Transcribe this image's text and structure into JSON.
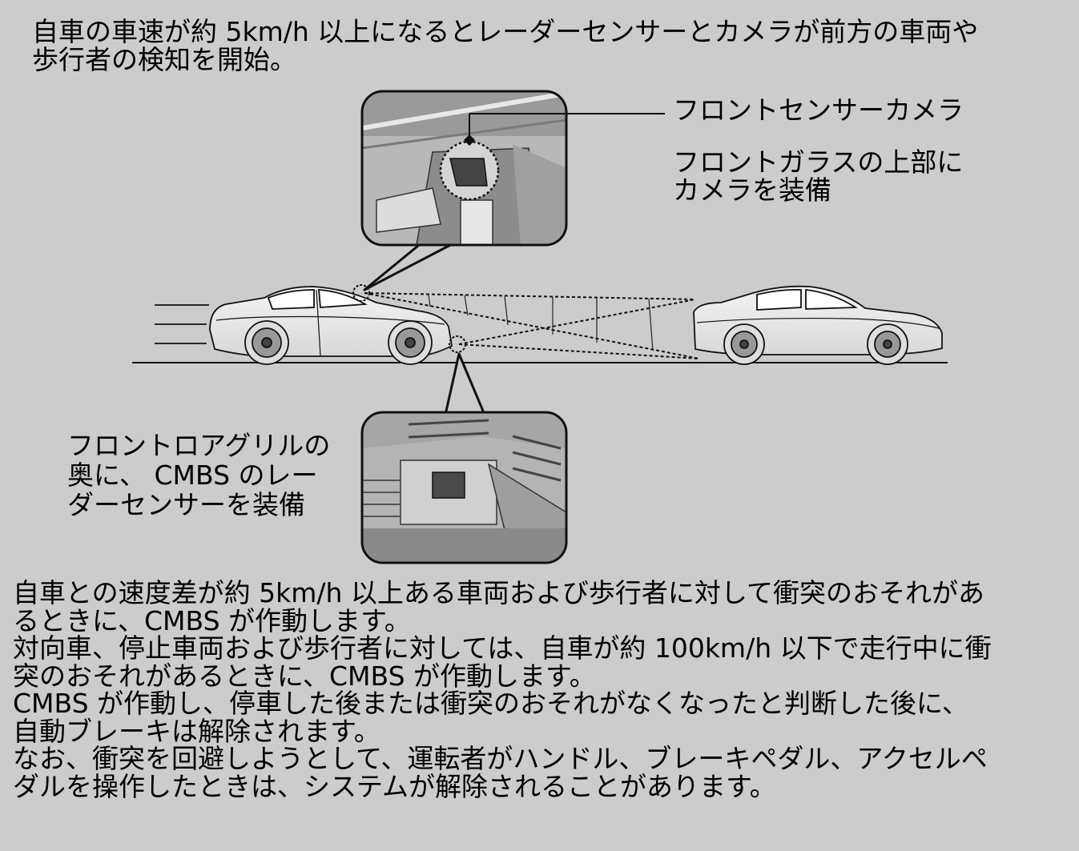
{
  "intro": {
    "line1": "自車の車速が約 5km/h 以上になるとレーダーセンサーとカメラが前方の車両や",
    "line2": "歩行者の検知を開始。"
  },
  "camera": {
    "label": "フロントセンサーカメラ",
    "desc_line1": "フロントガラスの上部に",
    "desc_line2": "カメラを装備"
  },
  "radar": {
    "desc_line1": "フロントロアグリルの",
    "desc_line2": "奥に、 CMBS のレー",
    "desc_line3": "ダーセンサーを装備"
  },
  "body_text": [
    "自車との速度差が約 5km/h 以上ある車両および歩行者に対して衝突のおそれがあ",
    "るときに、CMBS が作動します。",
    "対向車、停止車両および歩行者に対しては、自車が約 100km/h 以下で走行中に衝",
    "突のおそれがあるときに、CMBS が作動します。",
    "CMBS が作動し、停車した後または衝突のおそれがなくなったと判断した後に、",
    "自動ブレーキは解除されます。",
    "なお、衝突を回避しようとして、運転者がハンドル、ブレーキペダル、アクセルペ",
    "ダルを操作したときは、システムが解除されることがあります。"
  ]
}
